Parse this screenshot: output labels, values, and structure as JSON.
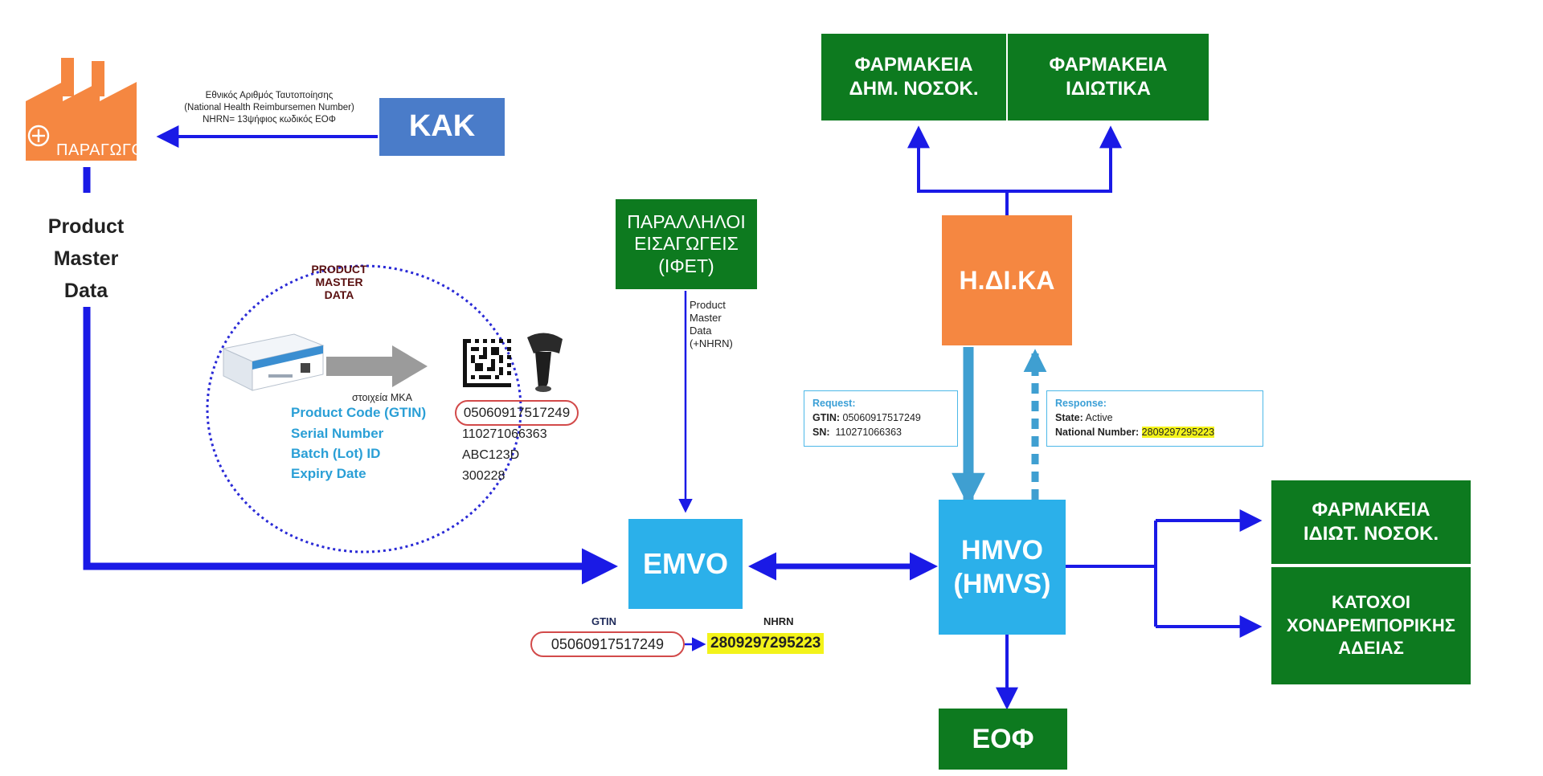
{
  "producers": {
    "label": "ΠΑΡΑΓΩΓΟΙ"
  },
  "kak": {
    "label": "ΚΑΚ"
  },
  "nhrn_note": {
    "line1": "Εθνικός Αριθμός Ταυτοποίησης",
    "line2": "(National Health Reimbursemen Number)",
    "line3": "NHRN= 13ψήφιος κωδικός ΕΟΦ"
  },
  "pmd_left": {
    "line1": "Product",
    "line2": "Master",
    "line3": "Data"
  },
  "pmd_circle": {
    "title1": "PRODUCT",
    "title2": "MASTER",
    "title3": "DATA",
    "mka_caption": "στοιχεία ΜΚΑ",
    "fields": [
      {
        "label": "Product Code (GTIN)",
        "value": "05060917517249"
      },
      {
        "label": "Serial Number",
        "value": "110271066363"
      },
      {
        "label": "Batch (Lot) ID",
        "value": "ABC123D"
      },
      {
        "label": "Expiry Date",
        "value": "300228"
      }
    ]
  },
  "ifet": {
    "line1": "ΠΑΡΑΛΛΗΛΟΙ",
    "line2": "ΕΙΣΑΓΩΓΕΙΣ",
    "line3": "(ΙΦΕΤ)"
  },
  "ifet_pmd": {
    "line1": "Product",
    "line2": "Master",
    "line3": "Data",
    "line4": "(+NHRN)"
  },
  "emvo": {
    "label": "EMVO"
  },
  "mapping": {
    "gtin_label": "GTIN",
    "gtin": "05060917517249",
    "arrow": "→",
    "nhrn_label": "NHRN",
    "nhrn": "2809297295223"
  },
  "hmvo": {
    "line1": "HMVO",
    "line2": "(HMVS)"
  },
  "hdika": {
    "label": "Η.ΔΙ.ΚΑ"
  },
  "pharm_hosp": {
    "line1": "ΦΑΡΜΑΚΕΙΑ",
    "line2": "ΔΗΜ. ΝΟΣΟΚ."
  },
  "pharm_private": {
    "line1": "ΦΑΡΜΑΚΕΙΑ",
    "line2": "ΙΔΙΩΤΙΚΑ"
  },
  "pharm_priv_hosp": {
    "line1": "ΦΑΡΜΑΚΕΙΑ",
    "line2": "ΙΔΙΩΤ. ΝΟΣΟΚ."
  },
  "wholesale": {
    "line1": "ΚΑΤΟΧΟΙ",
    "line2": "ΧΟΝΔΡΕΜΠΟΡΙΚΗΣ",
    "line3": "ΑΔΕΙΑΣ"
  },
  "eof": {
    "label": "ΕΟΦ"
  },
  "request": {
    "title": "Request:",
    "gtin_label": "GTIN:",
    "gtin": "05060917517249",
    "sn_label": "SN:",
    "sn": "110271066363"
  },
  "response": {
    "title": "Response:",
    "state_label": "State:",
    "state": "Active",
    "nn_label": "National Number:",
    "nn": "2809297295223"
  },
  "colors": {
    "green": "#0d7a1f",
    "blue_box": "#4a7cc9",
    "cyan_box": "#2bb0ea",
    "orange": "#f58741",
    "arrow_blue": "#1a1ae6",
    "teal_arrow": "#3f9fd1",
    "highlight": "#f3f31a"
  }
}
